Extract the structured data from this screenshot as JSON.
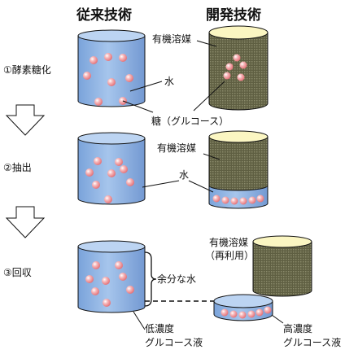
{
  "headers": {
    "conventional": "従来技術",
    "developed": "開発技術"
  },
  "steps": [
    {
      "label": "①酵素糖化"
    },
    {
      "label": "②抽出"
    },
    {
      "label": "③回収"
    }
  ],
  "labels": {
    "organic_solvent_1": "有機溶媒",
    "water_1": "水",
    "sugar_glucose": "糖（グルコース）",
    "organic_solvent_2": "有機溶媒",
    "water_2": "水",
    "organic_solvent_3": "有機溶媒",
    "reused": "（再利用）",
    "excess_water": "余分な水",
    "low_conc_1": "低濃度",
    "low_conc_2": "グルコース液",
    "high_conc_1": "高濃度",
    "high_conc_2": "グルコース液"
  },
  "colors": {
    "water_blue": "#8fb4e3",
    "solvent_olive": "#6a6a4c",
    "solvent_top": "#fbf6c2",
    "sugar_ball": "#ef8a8e",
    "arrow_fill": "#ffffff",
    "stroke": "#111111"
  },
  "icons": {
    "process_arrow": "down-arrow-icon",
    "excess_brace": "curly-brace-icon"
  }
}
